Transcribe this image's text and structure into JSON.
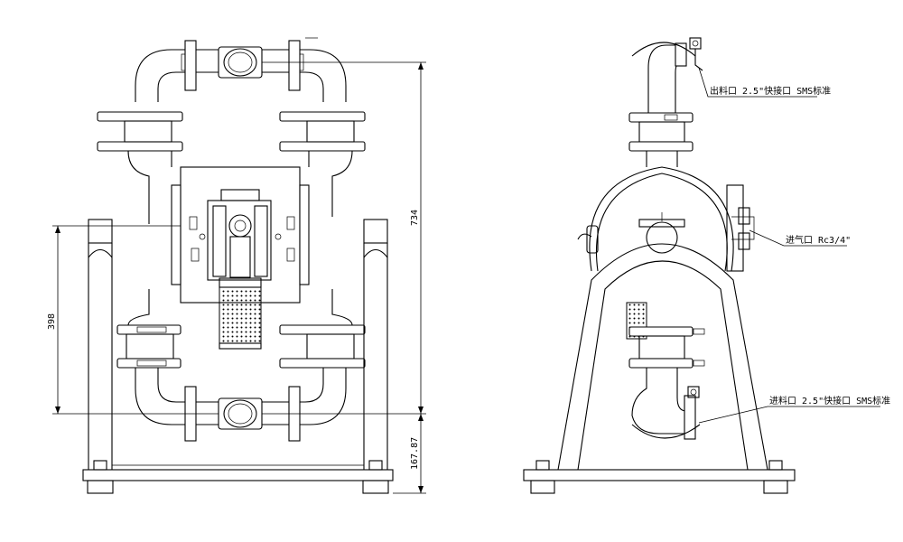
{
  "dimensions": {
    "overall_height": "734",
    "inlet_height": "398",
    "base_height": "167.87"
  },
  "callouts": {
    "outlet": "出料口 2.5\"快接口 SMS标准",
    "air_inlet": "进气口 Rc3/4\"",
    "inlet": "进料口 2.5\"快接口 SMS标准"
  }
}
